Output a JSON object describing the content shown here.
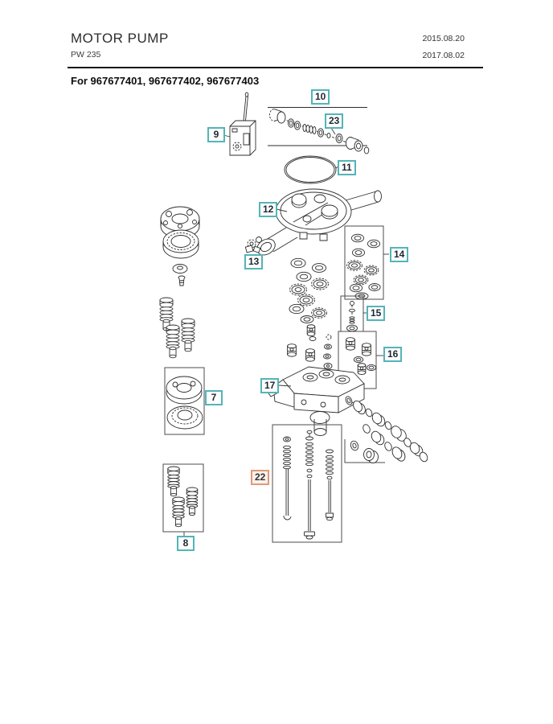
{
  "page": {
    "title": "MOTOR PUMP",
    "model": "PW 235",
    "date_line1": "2015.08.20",
    "date_line2": "2017.08.02",
    "applies_to": "For 967677401, 967677402, 967677403"
  },
  "colors": {
    "callout_border": "#54b4b8",
    "callout_text": "#1b2730",
    "highlight_border": "#e39878",
    "highlight_background": "#faf1ea",
    "line_art": "#2d2d2d"
  },
  "callouts": [
    {
      "label": "7",
      "highlighted": false
    },
    {
      "label": "8",
      "highlighted": false
    },
    {
      "label": "9",
      "highlighted": false
    },
    {
      "label": "10",
      "highlighted": false
    },
    {
      "label": "11",
      "highlighted": false
    },
    {
      "label": "12",
      "highlighted": false
    },
    {
      "label": "13",
      "highlighted": false
    },
    {
      "label": "14",
      "highlighted": false
    },
    {
      "label": "15",
      "highlighted": false
    },
    {
      "label": "16",
      "highlighted": false
    },
    {
      "label": "17",
      "highlighted": false
    },
    {
      "label": "22",
      "highlighted": true
    },
    {
      "label": "23",
      "highlighted": false
    }
  ]
}
